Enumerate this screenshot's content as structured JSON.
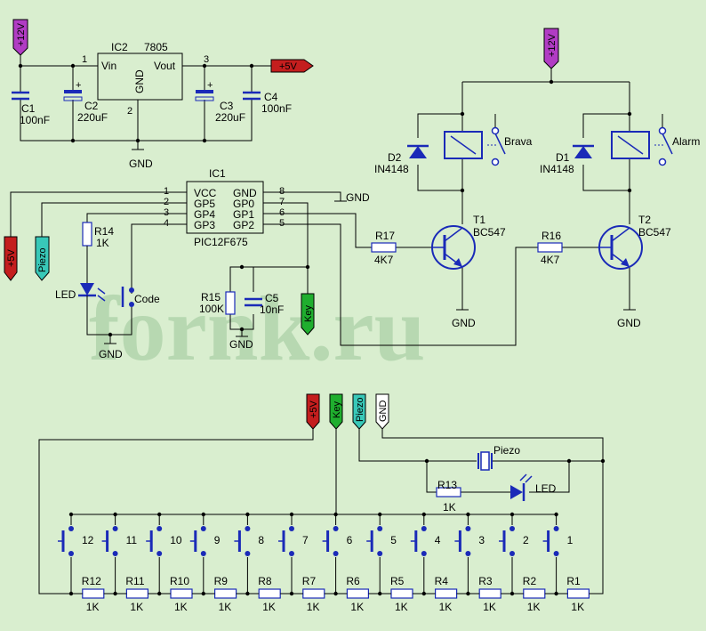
{
  "watermark": "fornk.ru",
  "colors": {
    "background": "#d9eecf",
    "component": "#1a2ab8",
    "wire": "#000000",
    "tag_12v": "#b13cc4",
    "tag_5v": "#c41e1e",
    "tag_key": "#1fae2e",
    "tag_piezo": "#38c8b8",
    "tag_gnd": "#ffffff"
  },
  "power": {
    "plus12v": "+12V",
    "plus5v": "+5V",
    "gnd": "GND",
    "key": "Key",
    "piezo": "Piezo"
  },
  "regulator": {
    "name": "IC2",
    "part": "7805",
    "vin": "Vin",
    "vout": "Vout",
    "gnd": "GND",
    "pin1": "1",
    "pin2": "2",
    "pin3": "3"
  },
  "caps": {
    "c1": {
      "name": "C1",
      "value": "100nF"
    },
    "c2": {
      "name": "C2",
      "value": "220uF"
    },
    "c3": {
      "name": "C3",
      "value": "220uF"
    },
    "c4": {
      "name": "C4",
      "value": "100nF"
    },
    "c5": {
      "name": "C5",
      "value": "10nF"
    }
  },
  "mcu": {
    "name": "IC1",
    "part": "PIC12F675",
    "left_pins": [
      {
        "num": "1",
        "label": "VCC"
      },
      {
        "num": "2",
        "label": "GP5"
      },
      {
        "num": "3",
        "label": "GP4"
      },
      {
        "num": "4",
        "label": "GP3"
      }
    ],
    "right_pins": [
      {
        "num": "8",
        "label": "GND"
      },
      {
        "num": "7",
        "label": "GP0"
      },
      {
        "num": "6",
        "label": "GP1"
      },
      {
        "num": "5",
        "label": "GP2"
      }
    ]
  },
  "resistors": {
    "r14": {
      "name": "R14",
      "value": "1K"
    },
    "r15": {
      "name": "R15",
      "value": "100K"
    },
    "r16": {
      "name": "R16",
      "value": "4K7"
    },
    "r17": {
      "name": "R17",
      "value": "4K7"
    },
    "r13": {
      "name": "R13",
      "value": "1K"
    }
  },
  "led_label": "LED",
  "code_label": "Code",
  "transistors": {
    "t1": {
      "name": "T1",
      "part": "BC547"
    },
    "t2": {
      "name": "T2",
      "part": "BC547"
    }
  },
  "diodes": {
    "d1": {
      "name": "D1",
      "part": "IN4148"
    },
    "d2": {
      "name": "D2",
      "part": "IN4148"
    }
  },
  "relays": {
    "brava": "Brava",
    "alarm": "Alarm"
  },
  "keypad": {
    "buttons": [
      "12",
      "11",
      "10",
      "9",
      "8",
      "7",
      "6",
      "5",
      "4",
      "3",
      "2",
      "1"
    ],
    "resistors": [
      "R12",
      "R11",
      "R10",
      "R9",
      "R8",
      "R7",
      "R6",
      "R5",
      "R4",
      "R3",
      "R2",
      "R1"
    ],
    "resistor_value": "1K"
  }
}
